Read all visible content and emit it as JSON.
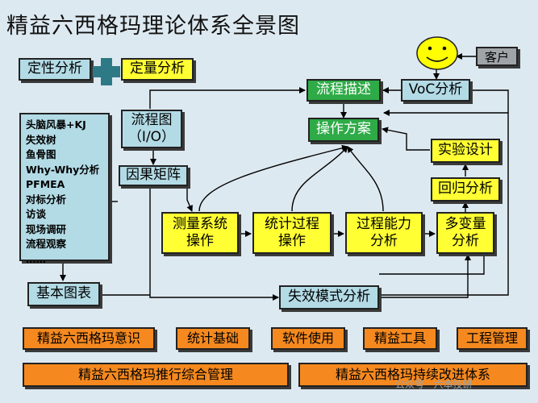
{
  "title": "精益六西格玛理论体系全景图",
  "nodes": {
    "qualitative": "定性分析",
    "quantitative": "定量分析",
    "process_desc": "流程描述",
    "voc": "VoC分析",
    "customer": "客户",
    "flowchart": "流程图\n（I/O）",
    "ops_plan": "操作方案",
    "doe": "实验设计",
    "cause_matrix": "因果矩阵",
    "regression": "回归分析",
    "msa": "测量系统\n操作",
    "spc": "统计过程\n操作",
    "capability": "过程能力\n分析",
    "multivariate": "多变量\n分析",
    "basic_charts": "基本图表",
    "fmea": "失效模式分析"
  },
  "tools_list": [
    "头脑风暴+KJ",
    "失效树",
    "鱼骨图",
    "Why-Why分析",
    "PFMEA",
    "对标分析",
    "访谈",
    "现场调研",
    "流程观察",
    "……"
  ],
  "bottom_row": [
    "精益六西格玛意识",
    "统计基础",
    "软件使用",
    "精益工具",
    "工程管理"
  ],
  "footer": [
    "精益六西格玛推行综合管理",
    "精益六西格玛持续改进体系"
  ],
  "watermark": "公众号 · 六本技研",
  "colors": {
    "background": "#dde9f0",
    "cyan": "#b3dbe6",
    "yellow": "#ffff33",
    "green": "#2eab47",
    "orange": "#f5891f",
    "face": "#ffff00"
  }
}
